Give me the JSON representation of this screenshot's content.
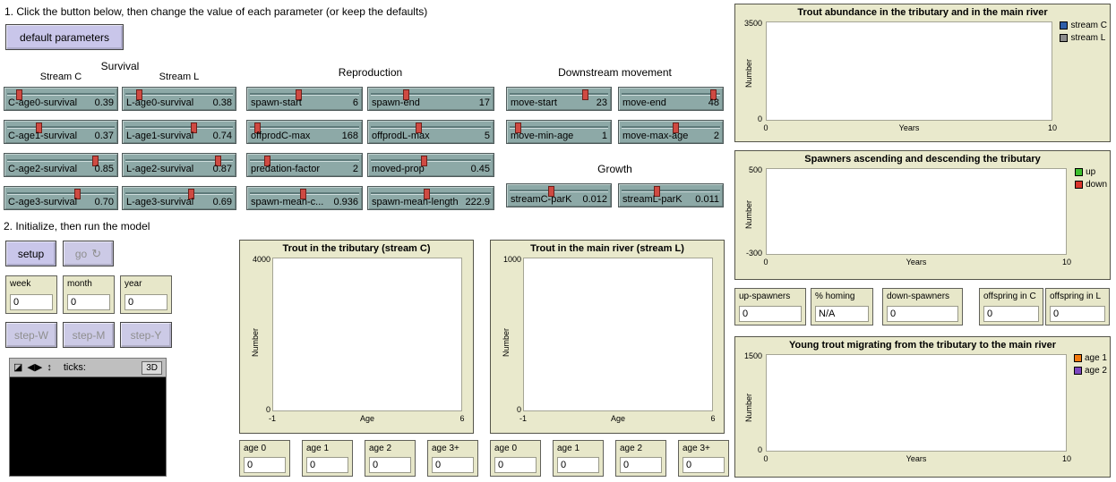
{
  "header": {
    "instruction1": "1. Click the button below, then change the value of each parameter (or keep the defaults)",
    "instruction2": "2. Initialize, then run the model"
  },
  "buttons": {
    "default_parameters": "default parameters",
    "setup": "setup",
    "go": "go",
    "go_icon": "↻",
    "step_w": "step-W",
    "step_m": "step-M",
    "step_y": "step-Y",
    "view_3d": "3D"
  },
  "groups": {
    "survival_title": "Survival",
    "stream_c": "Stream C",
    "stream_l": "Stream L",
    "reproduction_title": "Reproduction",
    "downstream_title": "Downstream movement",
    "growth_title": "Growth"
  },
  "sliders": {
    "c_age0": {
      "label": "C-age0-survival",
      "value": "0.39",
      "handle_left": "10%"
    },
    "l_age0": {
      "label": "L-age0-survival",
      "value": "0.38",
      "handle_left": "12%"
    },
    "c_age1": {
      "label": "C-age1-survival",
      "value": "0.37",
      "handle_left": "28%"
    },
    "l_age1": {
      "label": "L-age1-survival",
      "value": "0.74",
      "handle_left": "60%"
    },
    "c_age2": {
      "label": "C-age2-survival",
      "value": "0.85",
      "handle_left": "78%"
    },
    "l_age2": {
      "label": "L-age2-survival",
      "value": "0.87",
      "handle_left": "82%"
    },
    "c_age3": {
      "label": "C-age3-survival",
      "value": "0.70",
      "handle_left": "62%"
    },
    "l_age3": {
      "label": "L-age3-survival",
      "value": "0.69",
      "handle_left": "58%"
    },
    "spawn_start": {
      "label": "spawn-start",
      "value": "6",
      "handle_left": "42%"
    },
    "spawn_end": {
      "label": "spawn-end",
      "value": "17",
      "handle_left": "28%"
    },
    "offprodc_max": {
      "label": "offprodC-max",
      "value": "168",
      "handle_left": "6%"
    },
    "offprodl_max": {
      "label": "offprodL-max",
      "value": "5",
      "handle_left": "38%"
    },
    "predation_factor": {
      "label": "predation-factor",
      "value": "2",
      "handle_left": "15%"
    },
    "moved_prop": {
      "label": "moved-prop",
      "value": "0.45",
      "handle_left": "42%"
    },
    "spawn_mean_c": {
      "label": "spawn-mean-c...",
      "value": "0.936",
      "handle_left": "46%"
    },
    "spawn_mean_length": {
      "label": "spawn-mean-length",
      "value": "222.9",
      "handle_left": "44%"
    },
    "move_start": {
      "label": "move-start",
      "value": "23",
      "handle_left": "72%"
    },
    "move_end": {
      "label": "move-end",
      "value": "48",
      "handle_left": "88%"
    },
    "move_min_age": {
      "label": "move-min-age",
      "value": "1",
      "handle_left": "8%"
    },
    "move_max_age": {
      "label": "move-max-age",
      "value": "2",
      "handle_left": "52%"
    },
    "streamc_park": {
      "label": "streamC-parK",
      "value": "0.012",
      "handle_left": "40%"
    },
    "streaml_park": {
      "label": "streamL-parK",
      "value": "0.011",
      "handle_left": "34%"
    }
  },
  "controls_monitors": [
    {
      "label": "week",
      "value": "0"
    },
    {
      "label": "month",
      "value": "0"
    },
    {
      "label": "year",
      "value": "0"
    }
  ],
  "view": {
    "ticks_label": "ticks:",
    "icon_square": "◪",
    "icon_lr": "◀▶",
    "icon_ud": "↕"
  },
  "plots": {
    "tributary": {
      "title": "Trout in the tributary (stream C)",
      "y_max": "4000",
      "y_min": "0",
      "x_min": "-1",
      "x_max": "6",
      "x_label": "Age",
      "y_label": "Number"
    },
    "main_river": {
      "title": "Trout in the main river (stream L)",
      "y_max": "1000",
      "y_min": "0",
      "x_min": "-1",
      "x_max": "6",
      "x_label": "Age",
      "y_label": "Number"
    },
    "abundance": {
      "title": "Trout abundance in the tributary and in the main river",
      "y_max": "3500",
      "y_min": "0",
      "x_min": "0",
      "x_max": "10",
      "x_label": "Years",
      "y_label": "Number",
      "legend": [
        {
          "label": "stream C",
          "color": "#2e5ea8"
        },
        {
          "label": "stream L",
          "color": "#8d8d8d"
        }
      ]
    },
    "spawners": {
      "title": "Spawners ascending and descending the tributary",
      "y_max": "500",
      "y_min": "-300",
      "x_min": "0",
      "x_max": "10",
      "x_label": "Years",
      "y_label": "Number",
      "legend": [
        {
          "label": "up",
          "color": "#3dbf2e"
        },
        {
          "label": "down",
          "color": "#d9342b"
        }
      ]
    },
    "migrating": {
      "title": "Young trout migrating from the tributary to the main river",
      "y_max": "1500",
      "y_min": "0",
      "x_min": "0",
      "x_max": "10",
      "x_label": "Years",
      "y_label": "Number",
      "legend": [
        {
          "label": "age 1",
          "color": "#f2780c"
        },
        {
          "label": "age 2",
          "color": "#7d47c0"
        }
      ]
    }
  },
  "age_monitors_c": [
    {
      "label": "age 0",
      "value": "0"
    },
    {
      "label": "age 1",
      "value": "0"
    },
    {
      "label": "age 2",
      "value": "0"
    },
    {
      "label": "age 3+",
      "value": "0"
    }
  ],
  "age_monitors_l": [
    {
      "label": "age 0",
      "value": "0"
    },
    {
      "label": "age 1",
      "value": "0"
    },
    {
      "label": "age 2",
      "value": "0"
    },
    {
      "label": "age 3+",
      "value": "0"
    }
  ],
  "right_monitors": [
    {
      "label": "up-spawners",
      "value": "0"
    },
    {
      "label": "% homing",
      "value": "N/A"
    },
    {
      "label": "down-spawners",
      "value": "0"
    },
    {
      "label": "offspring in C",
      "value": "0"
    },
    {
      "label": "offspring in L",
      "value": "0"
    }
  ]
}
